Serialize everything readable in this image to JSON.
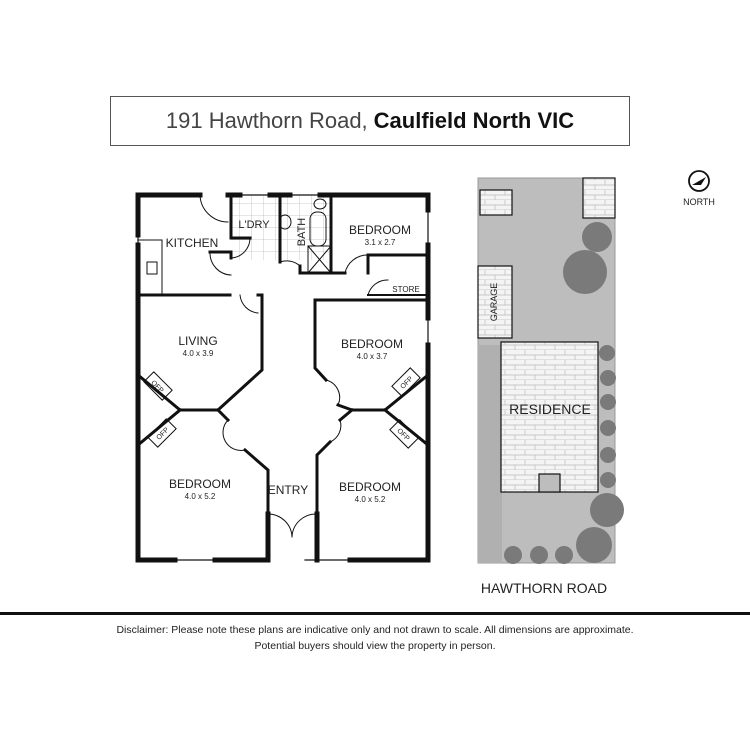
{
  "header": {
    "address_street": "191 Hawthorn Road,",
    "address_suburb": "Caulfield North VIC"
  },
  "floorplan": {
    "rooms": [
      {
        "name": "KITCHEN",
        "dims": ""
      },
      {
        "name": "L'DRY",
        "dims": ""
      },
      {
        "name": "BATH",
        "dims": ""
      },
      {
        "name": "BEDROOM",
        "dims": "3.1 x 2.7"
      },
      {
        "name": "STORE",
        "dims": ""
      },
      {
        "name": "LIVING",
        "dims": "4.0 x 3.9"
      },
      {
        "name": "BEDROOM",
        "dims": "4.0 x 3.7"
      },
      {
        "name": "BEDROOM",
        "dims": "4.0 x 5.2"
      },
      {
        "name": "ENTRY",
        "dims": ""
      },
      {
        "name": "BEDROOM",
        "dims": "4.0 x 5.2"
      }
    ],
    "fireplace_label": "OFP"
  },
  "siteplan": {
    "garage_label": "GARAGE",
    "residence_label": "RESIDENCE",
    "street_label": "HAWTHORN ROAD",
    "compass_label": "NORTH",
    "colors": {
      "lot": "#b8b8b8",
      "tree": "#7a7a7a",
      "brick": "#f4f4f4"
    }
  },
  "footer": {
    "disclaimer_line1": "Disclaimer: Please note these plans are indicative only and not drawn to scale. All dimensions are approximate.",
    "disclaimer_line2": "Potential buyers should view the property in person."
  }
}
